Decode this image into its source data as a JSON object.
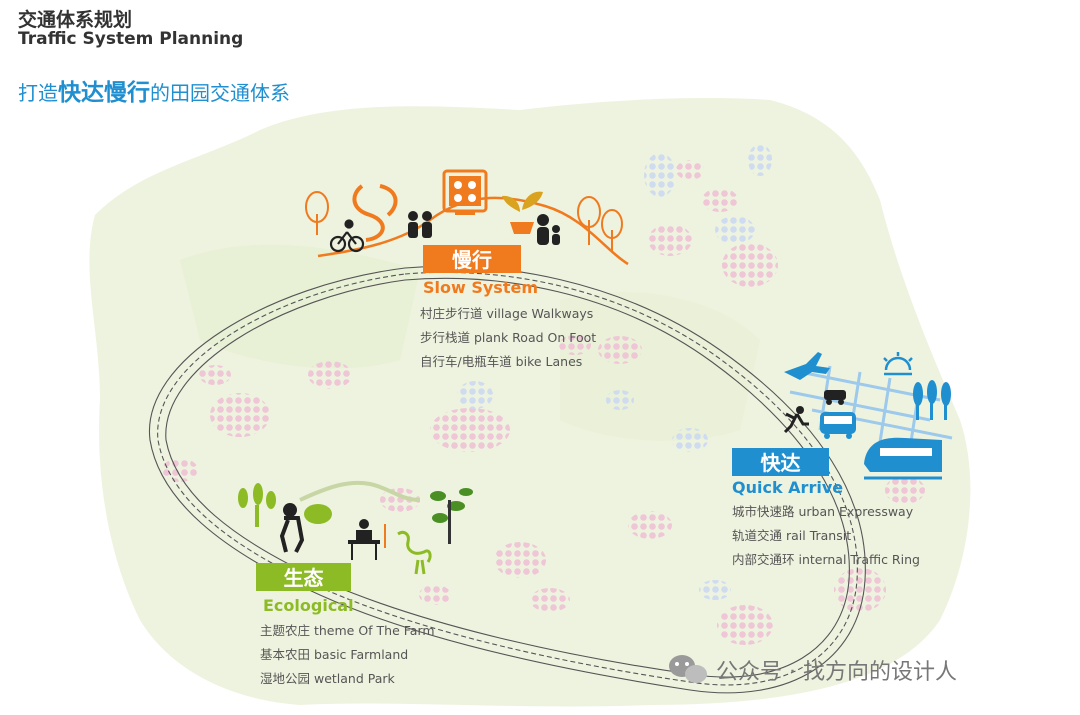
{
  "header": {
    "title_cn": "交通体系规划",
    "title_en": "Traffic System Planning",
    "slogan_prefix": "打造",
    "slogan_bold": "快达慢行",
    "slogan_suffix": "的田园交通体系"
  },
  "slow": {
    "label": "慢行",
    "title": "Slow System",
    "items": [
      "村庄步行道  village Walkways",
      "步行栈道  plank Road On Foot",
      "自行车/电瓶车道  bike Lanes"
    ],
    "color": "#f07a1e"
  },
  "quick": {
    "label": "快达",
    "title": "Quick Arrive",
    "items": [
      "城市快速路  urban Expressway",
      "轨道交通  rail Transit",
      "内部交通环  internal Traffic Ring"
    ],
    "color": "#1f8fd0"
  },
  "eco": {
    "label": "生态",
    "title": "Ecological",
    "items": [
      "主题农庄  theme Of The Farm",
      "基本农田  basic Farmland",
      "湿地公园  wetland Park"
    ],
    "color": "#8dbb25"
  },
  "watermark": "公众号 · 找方向的设计人",
  "icons": [
    "tree-icon",
    "cyclist-icon",
    "people-icon",
    "park-sign-icon",
    "sprout-icon",
    "family-icon",
    "airplane-icon",
    "car-icon",
    "runner-icon",
    "bus-icon",
    "train-icon",
    "sun-icon",
    "crops-icon",
    "wheat-icon",
    "farmer-icon",
    "hills-icon",
    "reader-icon",
    "heron-icon",
    "plant-icon",
    "wechat-icon"
  ]
}
